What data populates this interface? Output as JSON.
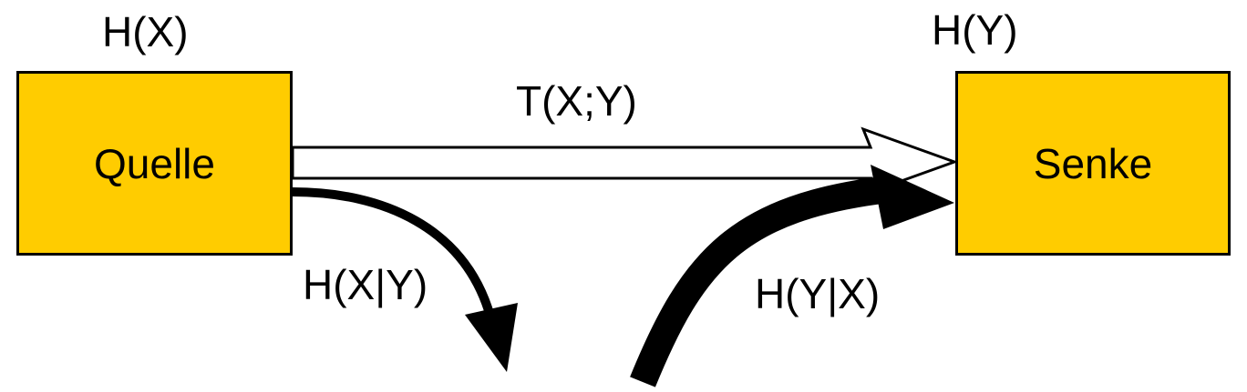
{
  "colors": {
    "box_fill": "#FFCC00",
    "stroke": "#000000",
    "background": "#FFFFFF"
  },
  "source": {
    "label": "Quelle",
    "entropy_label": "H(X)"
  },
  "sink": {
    "label": "Senke",
    "entropy_label": "H(Y)"
  },
  "flows": {
    "transinformation_label": "T(X;Y)",
    "equivocation_label": "H(X|Y)",
    "irrelevance_label": "H(Y|X)"
  }
}
